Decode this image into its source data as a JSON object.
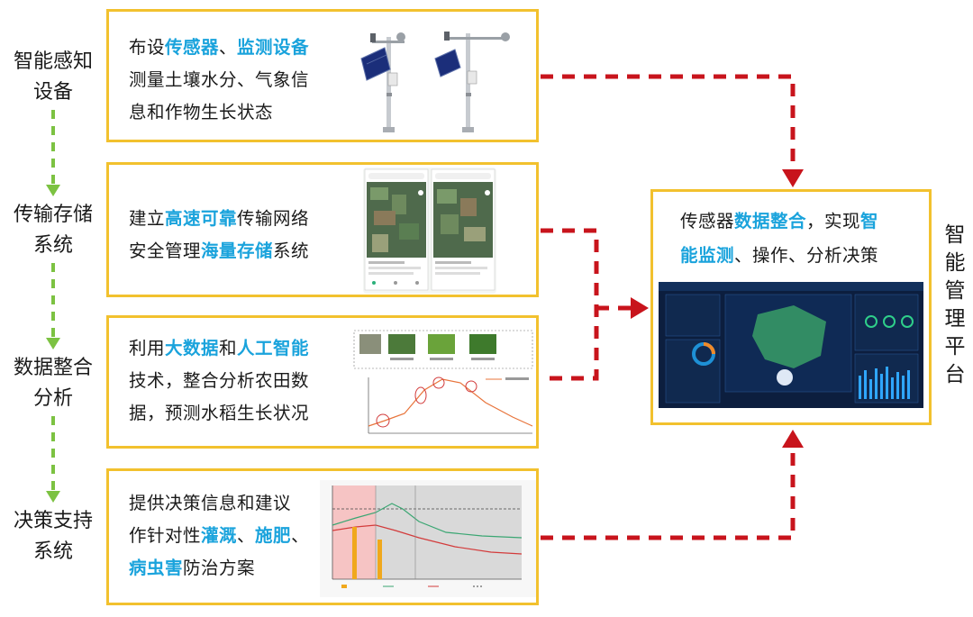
{
  "stages": [
    {
      "label_line1": "智能感知",
      "label_line2": "设备"
    },
    {
      "label_line1": "传输存储",
      "label_line2": "系统"
    },
    {
      "label_line1": "数据整合",
      "label_line2": "分析"
    },
    {
      "label_line1": "决策支持",
      "label_line2": "系统"
    }
  ],
  "boxes": {
    "sensing": {
      "t1": "布设",
      "t2": "传感器",
      "t3": "、",
      "t4": "监测设备",
      "t5": "测量土壤水分、气象信",
      "t6": "息和作物生长状态"
    },
    "storage": {
      "t1": "建立",
      "t2": "高速可靠",
      "t3": "传输网络",
      "t4": "安全管理",
      "t5": "海量存储",
      "t6": "系统"
    },
    "analysis": {
      "t1": "利用",
      "t2": "大数据",
      "t3": "和",
      "t4": "人工智能",
      "t5": "技术，整合分析农田数",
      "t6": "据，预测水稻生长状况"
    },
    "decision": {
      "t1": "提供决策信息和建议",
      "t2": "作针对性",
      "t3": "灌溉",
      "t4": "、",
      "t5": "施肥",
      "t6": "、",
      "t7": "病虫害",
      "t8": "防治方案"
    }
  },
  "platform": {
    "t1": "传感器",
    "t2": "数据整合",
    "t3": "，实现",
    "t4": "智",
    "t5": "能监测",
    "t6": "、操作、分析决策"
  },
  "vertical_title": [
    "智",
    "能",
    "管",
    "理",
    "平",
    "台"
  ],
  "colors": {
    "box_border": "#f2c12e",
    "highlight": "#1aa3dc",
    "green_arrow": "#7cc242",
    "red_arrow": "#c8141c"
  }
}
